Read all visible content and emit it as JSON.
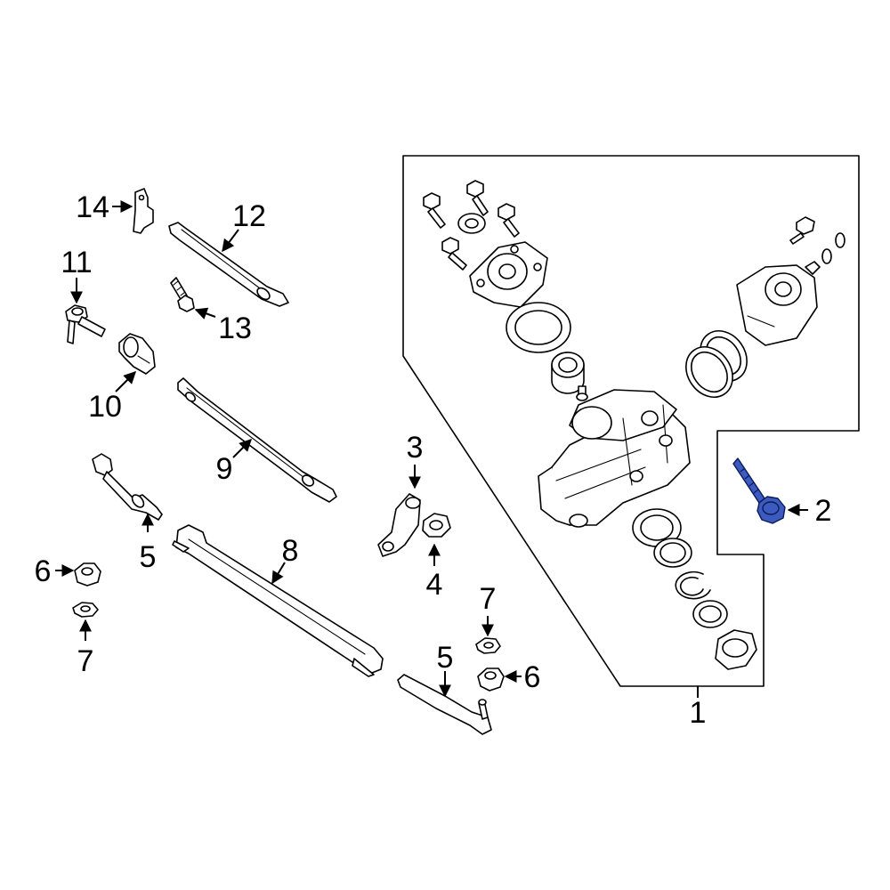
{
  "callouts": {
    "c1": "1",
    "c2": "2",
    "c3": "3",
    "c4": "4",
    "c5a": "5",
    "c5b": "5",
    "c6a": "6",
    "c6b": "6",
    "c7a": "7",
    "c7b": "7",
    "c8": "8",
    "c9": "9",
    "c10": "10",
    "c11": "11",
    "c12": "12",
    "c13": "13",
    "c14": "14"
  },
  "colors": {
    "highlight": "#3d5bbf",
    "line": "#000000",
    "background": "#ffffff"
  },
  "highlighted_part": "2"
}
